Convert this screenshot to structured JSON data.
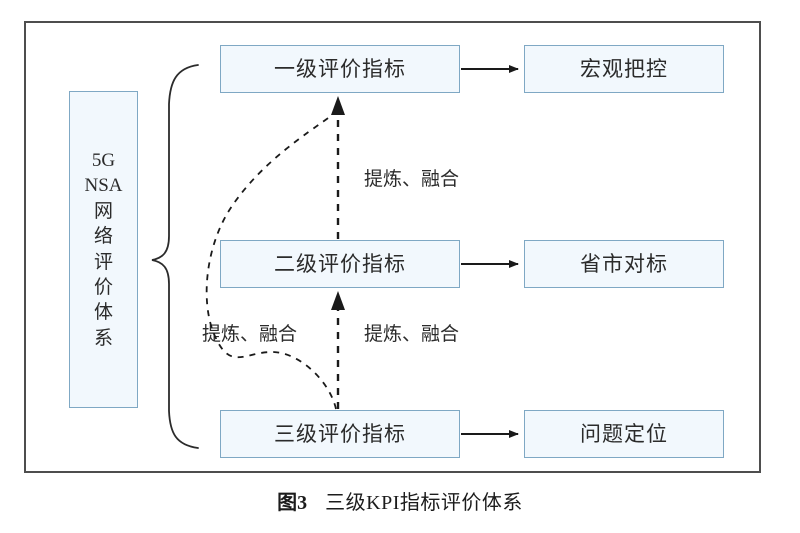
{
  "figure": {
    "caption_index": "图3",
    "caption_text": "三级KPI指标评价体系",
    "frame_color": "#4e4e4e",
    "box_fill": "#f2f8fd",
    "box_border": "#7fa8c4",
    "connector_color": "#1a1a1a"
  },
  "system": {
    "label_full": "5G NSA 网络评价体系",
    "lines": [
      "5G",
      "NSA",
      "网",
      "络",
      "评",
      "价",
      "体",
      "系"
    ]
  },
  "levels": [
    {
      "id": "level1",
      "label": "一级评价指标"
    },
    {
      "id": "level2",
      "label": "二级评价指标"
    },
    {
      "id": "level3",
      "label": "三级评价指标"
    }
  ],
  "outcomes": [
    {
      "id": "outcome1",
      "label": "宏观把控"
    },
    {
      "id": "outcome2",
      "label": "省市对标"
    },
    {
      "id": "outcome3",
      "label": "问题定位"
    }
  ],
  "edges": {
    "level2_to_level1": "提炼、融合",
    "level3_to_level2": "提炼、融合",
    "level3_to_level1": "提炼、融合"
  },
  "icons": {
    "brace": "left-curly-brace-icon",
    "solid_arrow": "solid-arrow-icon",
    "dashed_arrow": "dashed-arrow-icon"
  }
}
